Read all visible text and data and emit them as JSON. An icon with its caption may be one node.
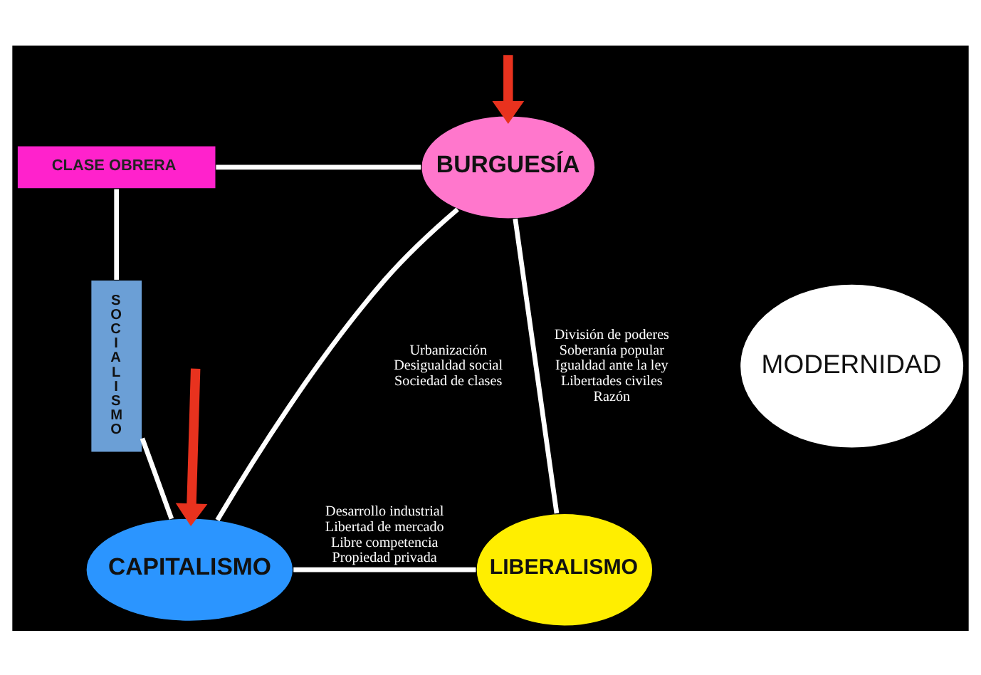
{
  "diagram": {
    "nodes": [
      {
        "text": [
          "BURGUESÍA"
        ]
      },
      {
        "text": [
          "CLASE OBRERA"
        ]
      },
      {
        "text": [
          "SOCIALISMO"
        ]
      },
      {
        "text": [
          "MODERNIDAD"
        ]
      },
      {
        "text": [
          "CAPITALISMO"
        ]
      },
      {
        "text": [
          "LIBERALISMO"
        ]
      }
    ],
    "edges": [
      {
        "from": 1,
        "to": 0,
        "arrow": "none"
      },
      {
        "from": null,
        "to": 0,
        "arrow": "to",
        "style": "thick",
        "color": "#e8321e"
      },
      {
        "from": 1,
        "to": 2,
        "arrow": "none"
      },
      {
        "from": 2,
        "to": 4,
        "arrow": "none"
      },
      {
        "from": null,
        "to": 4,
        "arrow": "to",
        "style": "thick",
        "color": "#e8321e"
      },
      {
        "from": 0,
        "to": 4,
        "arrow": "none",
        "label": "Urbanización Desigualdad social Sociedad de clases"
      },
      {
        "from": 0,
        "to": 5,
        "arrow": "none",
        "label": "División de poderes Soberanía popular Igualdad ante la ley Libertades civiles Razón"
      },
      {
        "from": 4,
        "to": 5,
        "arrow": "none",
        "label": "Desarrollo industrial Libertad de mercado Libre competencia Propiedad privada"
      }
    ]
  }
}
